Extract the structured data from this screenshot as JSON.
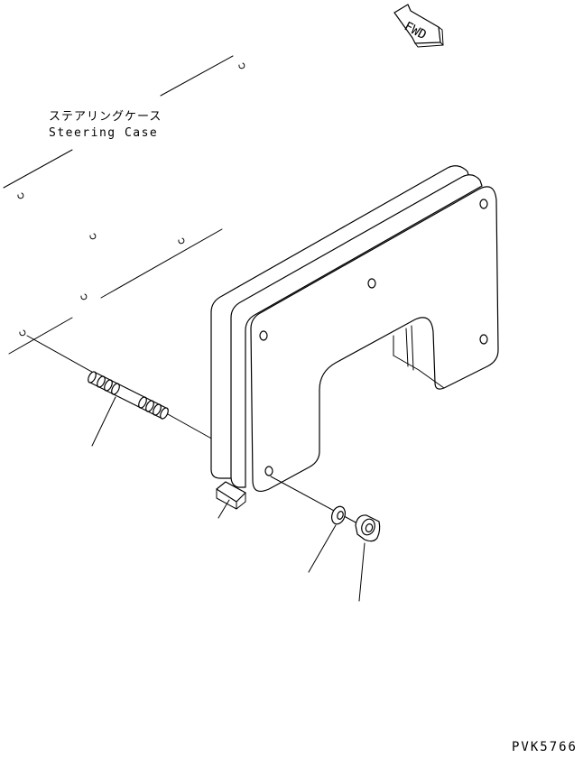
{
  "labels": {
    "steering_case_jp": "ステアリングケース",
    "steering_case_en": "Steering Case"
  },
  "direction_marker": {
    "text": "FWD",
    "icon": "fwd-arrow-icon"
  },
  "drawing_number": "PVK5766"
}
